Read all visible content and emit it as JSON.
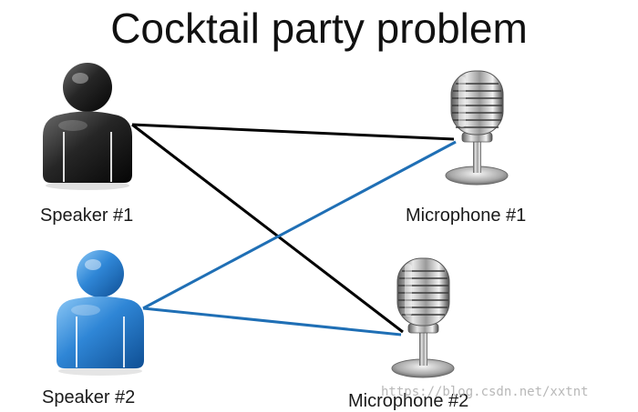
{
  "title": "Cocktail party problem",
  "speakers": [
    {
      "label": "Speaker #1",
      "color": "#1e1e1e"
    },
    {
      "label": "Speaker #2",
      "color": "#2f86d6"
    }
  ],
  "microphones": [
    {
      "label": "Microphone #1"
    },
    {
      "label": "Microphone #2"
    }
  ],
  "connections": [
    {
      "from": "Speaker #1",
      "to": "Microphone #1",
      "color": "#000000"
    },
    {
      "from": "Speaker #1",
      "to": "Microphone #2",
      "color": "#000000"
    },
    {
      "from": "Speaker #2",
      "to": "Microphone #1",
      "color": "#1f6fb5"
    },
    {
      "from": "Speaker #2",
      "to": "Microphone #2",
      "color": "#1f6fb5"
    }
  ],
  "watermark": "https://blog.csdn.net/xxtnt"
}
